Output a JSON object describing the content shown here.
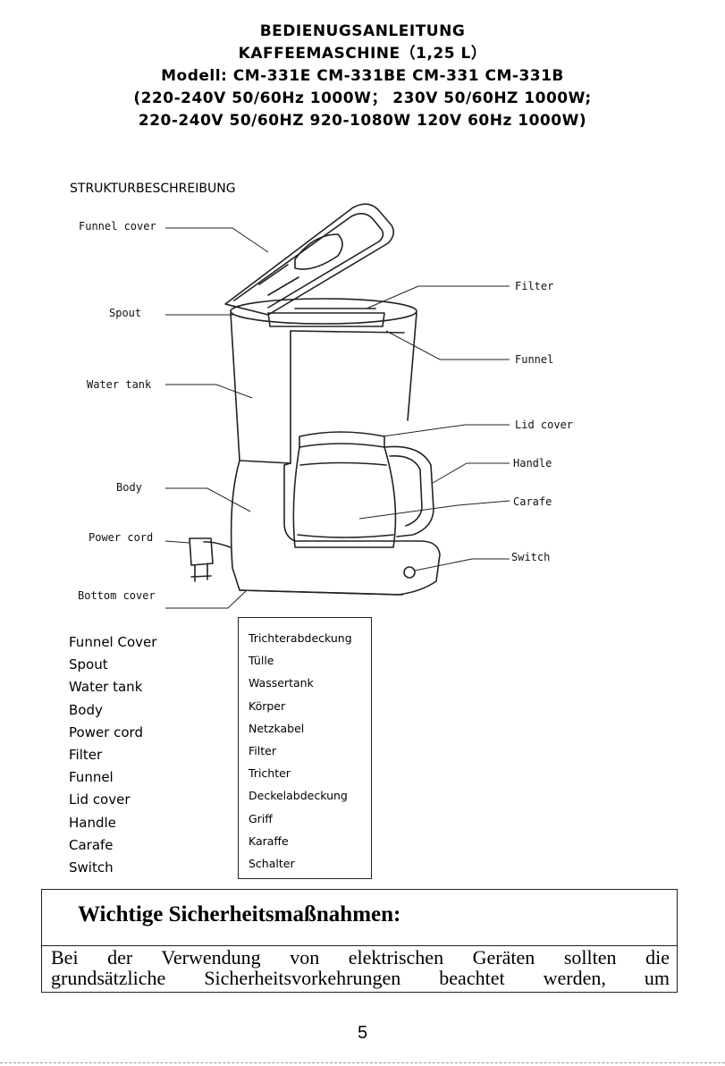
{
  "header": {
    "line1": "BEDIENUGSANLEITUNG",
    "line2": "KAFFEEMASCHINE（1,25 L）",
    "line3": "Modell: CM-331E CM-331BE CM-331 CM-331B",
    "line4": "(220-240V 50/60Hz 1000W； 230V 50/60HZ 1000W;",
    "line5": "220-240V 50/60HZ 920-1080W   120V 60Hz 1000W)"
  },
  "structure": {
    "title": "STRUKTURBESCHREIBUNG",
    "callouts": {
      "funnel_cover": "Funnel cover",
      "spout": "Spout",
      "water_tank": "Water tank",
      "body": "Body",
      "power_cord": "Power cord",
      "bottom_cover": "Bottom cover",
      "filter": "Filter",
      "funnel": "Funnel",
      "lid_cover": "Lid cover",
      "handle": "Handle",
      "carafe": "Carafe",
      "switch": "Switch"
    }
  },
  "parts_english": [
    "Funnel Cover",
    "Spout",
    "Water tank",
    "Body",
    "Power cord",
    "Filter",
    "Funnel",
    "Lid cover",
    "Handle",
    "Carafe",
    "Switch"
  ],
  "parts_german": [
    "Trichterabdeckung",
    "Tülle",
    "Wassertank",
    "Körper",
    "Netzkabel",
    "Filter",
    "Trichter",
    "Deckelabdeckung",
    "Griff",
    "Karaffe",
    "Schalter"
  ],
  "safety": {
    "title": "Wichtige Sicherheitsmaßnahmen:",
    "line1": "Bei der Verwendung von elektrischen Geräten sollten die",
    "line2": "grundsätzliche Sicherheitsvorkehrungen beachtet werden, um"
  },
  "page_number": "5"
}
